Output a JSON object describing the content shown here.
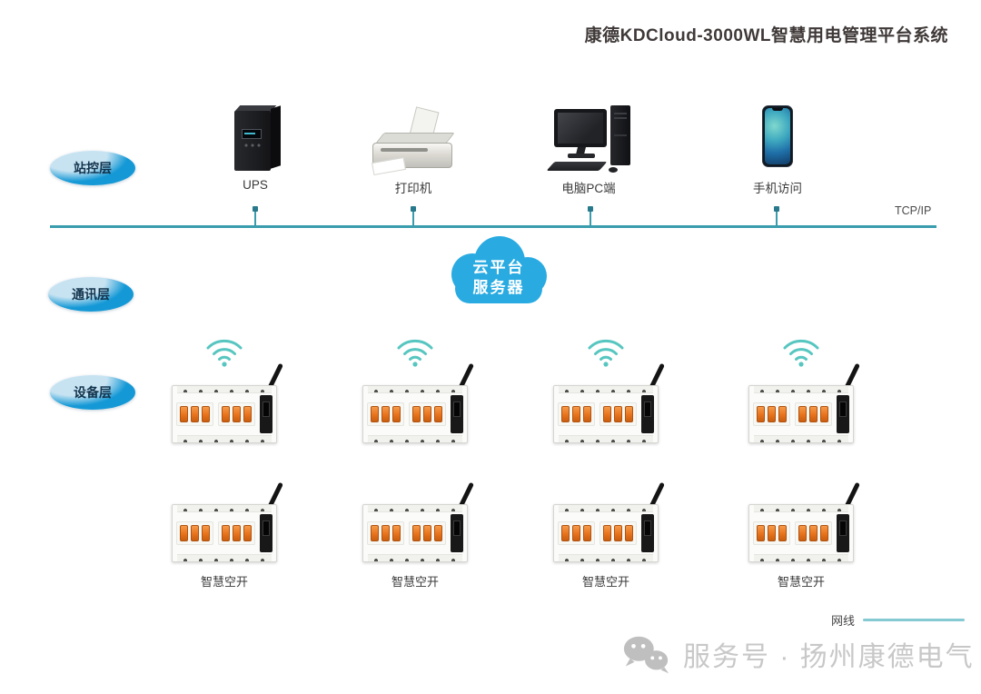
{
  "title": "康德KDCloud-3000WL智慧用电管理平台系统",
  "layers": {
    "station": "站控层",
    "communication": "通讯层",
    "device": "设备层"
  },
  "station_devices": [
    {
      "label": "UPS"
    },
    {
      "label": "打印机"
    },
    {
      "label": "电脑PC端"
    },
    {
      "label": "手机访问"
    }
  ],
  "bus": {
    "protocol": "TCP/IP"
  },
  "cloud": {
    "line1": "云平台",
    "line2": "服务器"
  },
  "breakers": {
    "labels": [
      "智慧空开",
      "智慧空开",
      "智慧空开",
      "智慧空开"
    ]
  },
  "legend": {
    "network_cable": "网线"
  },
  "watermark": {
    "text": "服务号 · 扬州康德电气"
  },
  "colors": {
    "title": "#3f3938",
    "bus_line": "#3a9dae",
    "cloud": "#29abe2",
    "wifi": "#57c6c0",
    "legend_line": "#85c9d3",
    "badge_light": "#c7e3f2",
    "badge_dark": "#1599d6",
    "toggle_orange": "#e8731c",
    "watermark_gray": "#c8c8c8"
  }
}
